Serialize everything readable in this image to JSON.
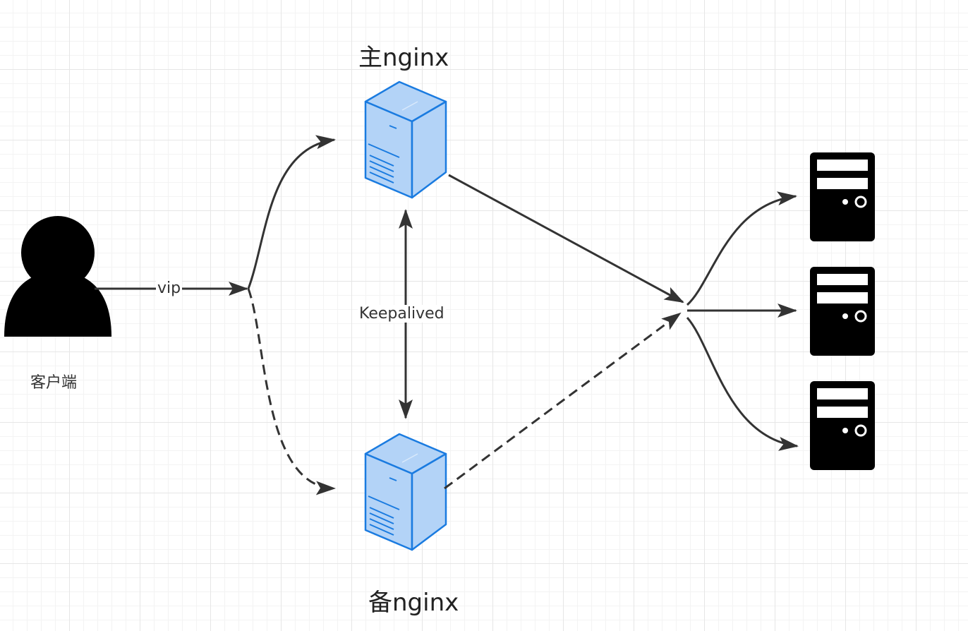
{
  "nodes": {
    "client": {
      "label": "客户端",
      "icon": "user-icon"
    },
    "primary_nginx": {
      "label": "主nginx",
      "icon": "server-icon"
    },
    "backup_nginx": {
      "label": "备nginx",
      "icon": "server-icon"
    },
    "backends": [
      {
        "icon": "server-tower-icon"
      },
      {
        "icon": "server-tower-icon"
      },
      {
        "icon": "server-tower-icon"
      }
    ]
  },
  "edges": {
    "vip": {
      "label": "vip"
    },
    "keepalived": {
      "label": "Keepalived"
    }
  },
  "colors": {
    "edge": "#333333",
    "server_fill": "#b3d3f7",
    "server_stroke": "#1a7be0",
    "tower_fill": "#000000"
  }
}
